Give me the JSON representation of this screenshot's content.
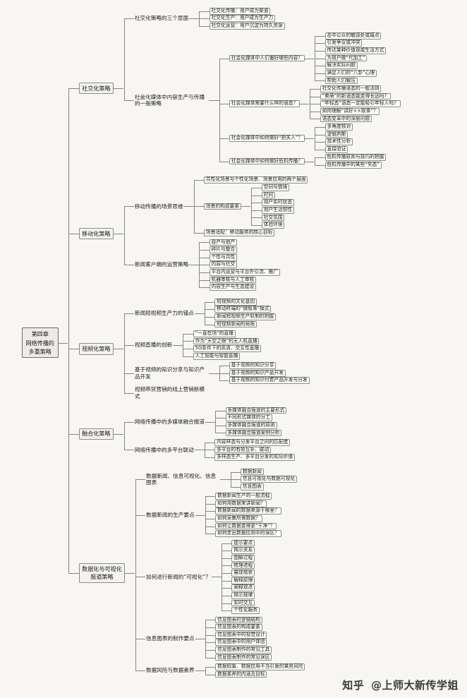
{
  "watermark": {
    "brand": "知乎",
    "author": "@上师大新传学姐"
  },
  "root": {
    "label": "第四章\n网络传播的\n多重策略",
    "children": [
      {
        "label": "社交化策略",
        "children": [
          {
            "label": "社交化策略的三个层面",
            "children": [
              {
                "label": "社交化传播：用户成为渠道"
              },
              {
                "label": "社交化生产：用户成为生产力"
              },
              {
                "label": "社交化运营：用户沉淀为持久资源"
              }
            ]
          },
          {
            "label": "社会化媒体中内容生产与传播的一般策略",
            "children": [
              {
                "label": "社会化媒体中人们偏好哪些内容？",
                "children": [
                  {
                    "label": "击中公众的敏感处或痛点"
                  },
                  {
                    "label": "引发争议或冲突"
                  },
                  {
                    "label": "传达某种价值观或生活方式"
                  },
                  {
                    "label": "为用户做“代加工”"
                  },
                  {
                    "label": "解决实际问题"
                  },
                  {
                    "label": "满足人们的“八卦”心理"
                  },
                  {
                    "label": "帮助人们解压"
                  }
                ]
              },
              {
                "label": "社会化媒体需要什么样的语态？",
                "children": [
                  {
                    "label": "社交化传播语态的一般法则"
                  },
                  {
                    "label": "“卖萌”的新语态能走得长远吗？"
                  },
                  {
                    "label": "“年轻态”语态一定能吸引年轻人吗？"
                  },
                  {
                    "label": "如何理解“讲好××故事”？"
                  },
                  {
                    "label": "语态变革中的深层问题"
                  }
                ]
              },
              {
                "label": "社会化媒体中如何做好“把关人”？",
                "children": [
                  {
                    "label": "多角度核对"
                  },
                  {
                    "label": "逻辑判断"
                  },
                  {
                    "label": "技术性分析"
                  },
                  {
                    "label": "直接验证"
                  }
                ]
              },
              {
                "label": "社会化媒体中如何做好危机传播？",
                "children": [
                  {
                    "label": "危机传播原则与技巧的把握"
                  },
                  {
                    "label": "危机传播中的某些“失态”"
                  }
                ]
              }
            ]
          }
        ]
      },
      {
        "label": "移动化策略",
        "children": [
          {
            "label": "移动传播的场景思维",
            "children": [
              {
                "label": "共性化场景与个性化场景、场景应用的两个层面"
              },
              {
                "label": "场景的构成要素",
                "children": [
                  {
                    "label": "空间与情境"
                  },
                  {
                    "label": "时间"
                  },
                  {
                    "label": "用户实时状态"
                  },
                  {
                    "label": "用户生活惯性"
                  },
                  {
                    "label": "社交氛围"
                  },
                  {
                    "label": "体验环境"
                  }
                ]
              },
              {
                "label": "场景适配：移动服务的核心目标"
              }
            ]
          },
          {
            "label": "新闻客户端的运营策略",
            "children": [
              {
                "label": "自产与他产"
              },
              {
                "label": "碎片与整合"
              },
              {
                "label": "个性与共性"
              },
              {
                "label": "内容与社交"
              },
              {
                "label": "平台内运营与平台外引流、推广"
              },
              {
                "label": "机器审核与人工审核"
              },
              {
                "label": "内容生产与生态建设"
              }
            ]
          }
        ]
      },
      {
        "label": "视频化策略",
        "children": [
          {
            "label": "新闻短视频生产力的锚点",
            "children": [
              {
                "label": "短视频的文化基因"
              },
              {
                "label": "移动终端的“微叙事”模式"
              },
              {
                "label": "新闻短视频生产机制的把握"
              },
              {
                "label": "短视频新闻的局限"
              }
            ]
          },
          {
            "label": "视频直播的创新",
            "children": [
              {
                "label": "“一直在场”的直播"
              },
              {
                "label": "作为“天空之眼”的无人机直播"
              },
              {
                "label": "5G条件下的高清、交互性直播"
              },
              {
                "label": "人工智能与智能直播"
              }
            ]
          },
          {
            "label": "基于视频的知识分享与知识产品开发",
            "children": [
              {
                "label": "基于视频的知识分享"
              },
              {
                "label": "基于视频的知识产品开发"
              },
              {
                "label": "基于视频的知识付费产品开发与分发"
              }
            ]
          },
          {
            "label": "视频带货营销的线上营销新模式"
          }
        ]
      },
      {
        "label": "融合化策略",
        "children": [
          {
            "label": "网络传播中的多媒体融合报道",
            "children": [
              {
                "label": "多媒体融合报道的主要形式"
              },
              {
                "label": "不同形式媒体的分工"
              },
              {
                "label": "多媒体融合报道的原则"
              },
              {
                "label": "多媒体融合报道案例分析"
              }
            ]
          },
          {
            "label": "网络传播中的多平台联动",
            "children": [
              {
                "label": "内容样态与分发平台之间的匹配度"
              },
              {
                "label": "多平台的有效互补、联动"
              },
              {
                "label": "多样态生产、多平台分发的实际价值"
              }
            ]
          }
        ]
      },
      {
        "label": "数据化与可视化\n报道策略",
        "children": [
          {
            "label": "数据新闻、信息可视化、信息图表",
            "children": [
              {
                "label": "数据新闻"
              },
              {
                "label": "信息可视化与数据可视化"
              },
              {
                "label": "信息图表"
              }
            ]
          },
          {
            "label": "数据新闻的生产要点",
            "children": [
              {
                "label": "数据新闻生产的一般流程"
              },
              {
                "label": "如何用数据来讲新闻？"
              },
              {
                "label": "数据新闻的数据来源于哪里？"
              },
              {
                "label": "如何采集所需数据？"
              },
              {
                "label": "如何让数据变得更“干净”？"
              },
              {
                "label": "如何走出数据应用中的误区？"
              }
            ]
          },
          {
            "label": "如何进行新闻的“可视化”？",
            "children": [
              {
                "label": "提示要点"
              },
              {
                "label": "揭示关系"
              },
              {
                "label": "图解过程"
              },
              {
                "label": "梳理进程"
              },
              {
                "label": "展现情状"
              },
              {
                "label": "解释原理"
              },
              {
                "label": "阐释观点"
              },
              {
                "label": "揭示规律"
              },
              {
                "label": "实时交互"
              },
              {
                "label": "个性化服务"
              }
            ]
          },
          {
            "label": "信息图表的制作要点",
            "children": [
              {
                "label": "信息图表的逻辑结构"
              },
              {
                "label": "信息图表的构成要素"
              },
              {
                "label": "信息图表中的视觉设计"
              },
              {
                "label": "信息图表中的用户体验"
              },
              {
                "label": "信息图表制作的常见工具"
              },
              {
                "label": "信息图表制作的常见误区"
              }
            ]
          },
          {
            "label": "数据风险与数据素养",
            "children": [
              {
                "label": "数据假象、数据应用不当引发的某些风险"
              },
              {
                "label": "数据素养的内涵及目标"
              }
            ]
          }
        ]
      }
    ]
  }
}
